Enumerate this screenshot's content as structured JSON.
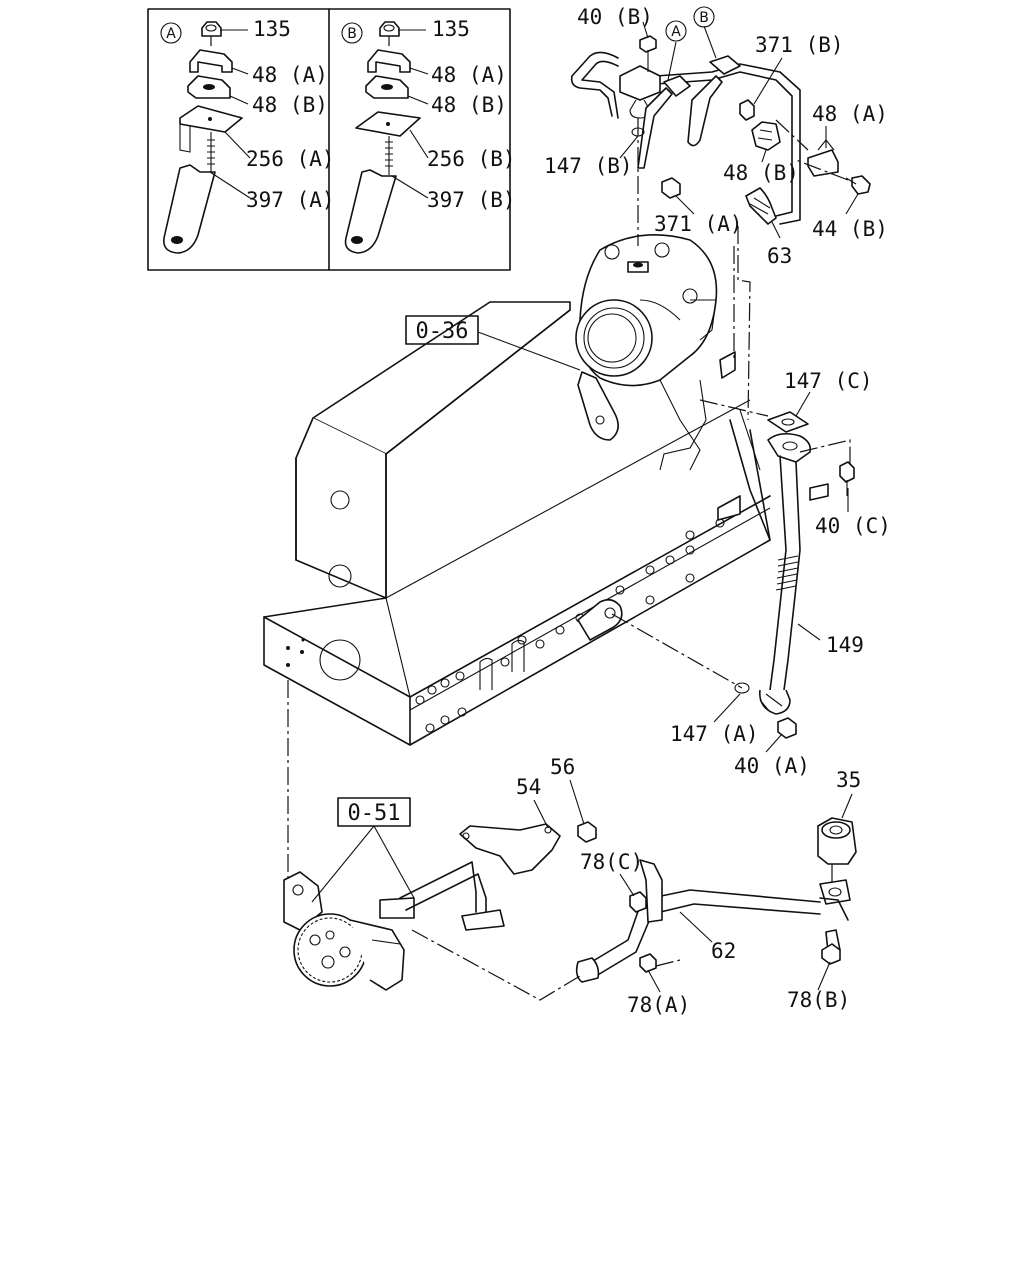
{
  "insets": {
    "a": {
      "marker": "A",
      "parts": [
        "135",
        "48 (A)",
        "48 (B)",
        "256 (A)",
        "397 (A)"
      ]
    },
    "b": {
      "marker": "B",
      "parts": [
        "135",
        "48 (A)",
        "48 (B)",
        "256 (B)",
        "397 (B)"
      ]
    }
  },
  "refs": {
    "turbo": "0-36",
    "pump": "0-51"
  },
  "callouts": {
    "top_marker_a": "A",
    "top_marker_b": "B",
    "p40b": "40 (B)",
    "p371b": "371 (B)",
    "p48a": "48 (A)",
    "p48b": "48 (B)",
    "p147b": "147 (B)",
    "p371a": "371 (A)",
    "p44b": "44 (B)",
    "p63": "63",
    "p147c": "147 (C)",
    "p40c": "40 (C)",
    "p149": "149",
    "p147a": "147 (A)",
    "p40a": "40 (A)",
    "p35": "35",
    "p54": "54",
    "p56": "56",
    "p78c": "78(C)",
    "p62": "62",
    "p78a": "78(A)",
    "p78b": "78(B)"
  }
}
